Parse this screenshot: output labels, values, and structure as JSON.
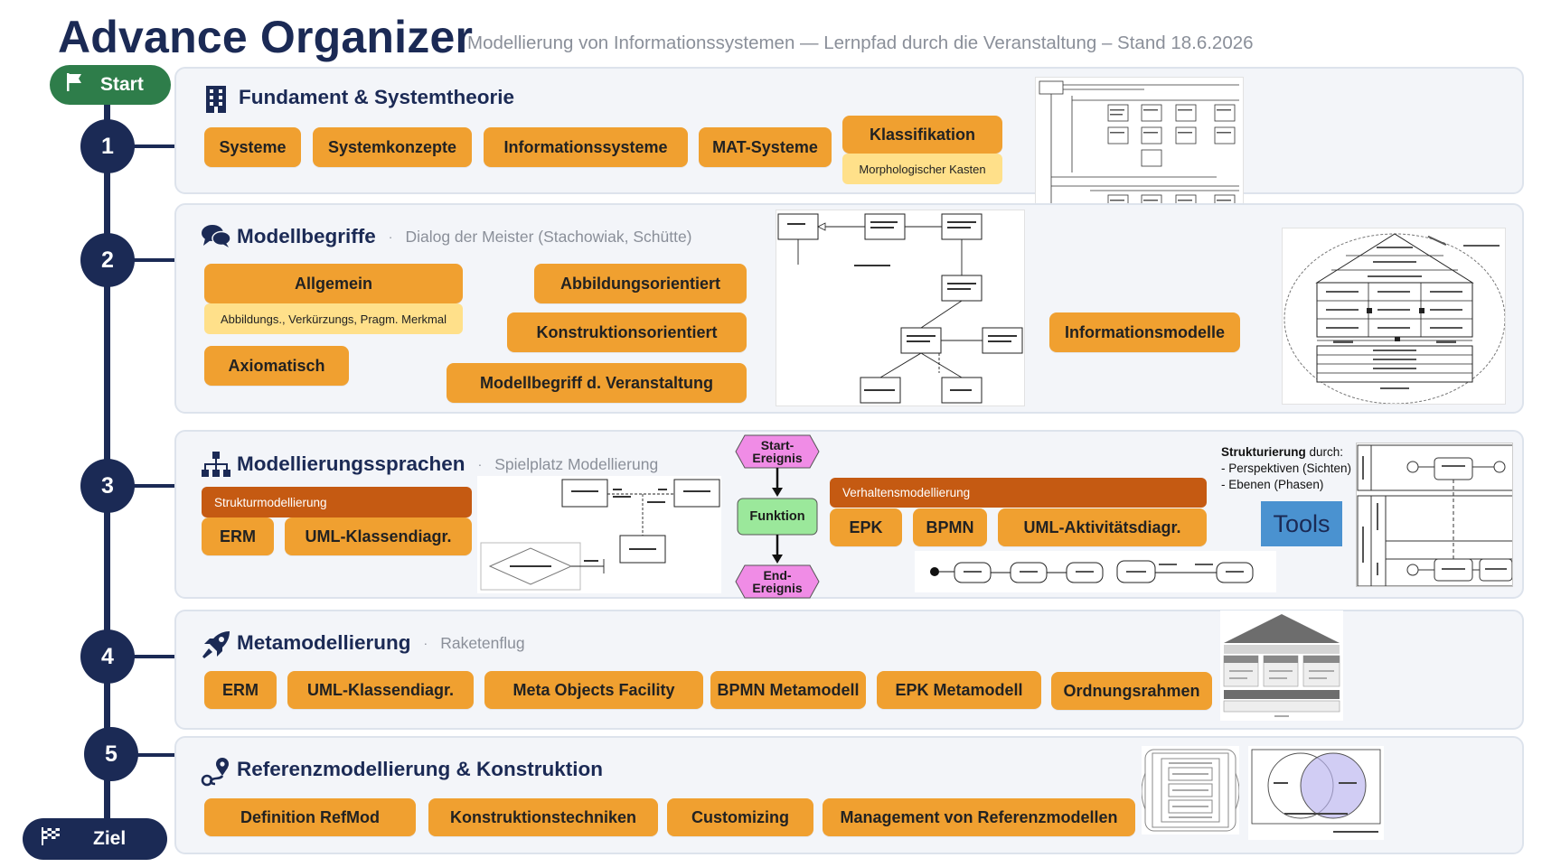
{
  "header": {
    "title": "Advance Organizer",
    "subtitle": "Modellierung von Informationssystemen — Lernpfad durch die Veranstaltung – Stand 18.6.2026"
  },
  "path": {
    "start_label": "Start",
    "end_label": "Ziel",
    "stations": [
      "1",
      "2",
      "3",
      "4",
      "5"
    ]
  },
  "sections": {
    "s1": {
      "title": "Fundament & Systemtheorie",
      "topics": [
        "Systeme",
        "Systemkonzepte",
        "Informationssysteme",
        "MAT-Systeme",
        "Klassifikation"
      ],
      "note": "Morphologischer Kasten"
    },
    "s2": {
      "title": "Modellbegriffe",
      "subtitle": "Dialog der Meister (Stachowiak, Schütte)",
      "topics": [
        "Allgemein",
        "Axiomatisch",
        "Abbildungsorientiert",
        "Konstruktionsorientiert",
        "Modellbegriff d. Veranstaltung",
        "Informationsmodelle"
      ],
      "note": "Abbildungs., Verkürzungs, Pragm. Merkmal"
    },
    "s3": {
      "title": "Modellierungssprachen",
      "subtitle": "Spielplatz Modellierung",
      "struct_bar": "Strukturmodellierung",
      "struct_topics": [
        "ERM",
        "UML-Klassendiagr."
      ],
      "behav_bar": "Verhaltensmodellierung",
      "behav_topics": [
        "EPK",
        "BPMN",
        "UML-Aktivitätsdiagr."
      ],
      "epc": {
        "start": "Start-\nEreignis",
        "function": "Funktion",
        "end": "End-\nEreignis"
      },
      "structuring": {
        "lead": "Strukturierung",
        "lead_rest": " durch:",
        "line1": "- Perspektiven (Sichten)",
        "line2": "- Ebenen (Phasen)"
      },
      "tools": "Tools"
    },
    "s4": {
      "title": "Metamodellierung",
      "subtitle": "Raketenflug",
      "topics": [
        "ERM",
        "UML-Klassendiagr.",
        "Meta Objects Facility",
        "BPMN Metamodell",
        "EPK Metamodell",
        "Ordnungsrahmen"
      ]
    },
    "s5": {
      "title": "Referenzmodellierung & Konstruktion",
      "topics": [
        "Definition RefMod",
        "Konstruktionstechniken",
        "Customizing",
        "Management von Referenzmodellen"
      ]
    }
  },
  "colors": {
    "navy": "#1b2a55",
    "topic": "#f0a030",
    "note": "#ffe08a",
    "bar": "#c55a12",
    "start": "#2e7d4a",
    "event": "#f08ce6",
    "function": "#9be89b",
    "tools": "#4a92d0"
  },
  "icons": [
    "flag-icon",
    "finish-flag-icon",
    "building-icon",
    "chat-bubbles-icon",
    "hierarchy-icon",
    "rocket-icon",
    "route-icon"
  ]
}
